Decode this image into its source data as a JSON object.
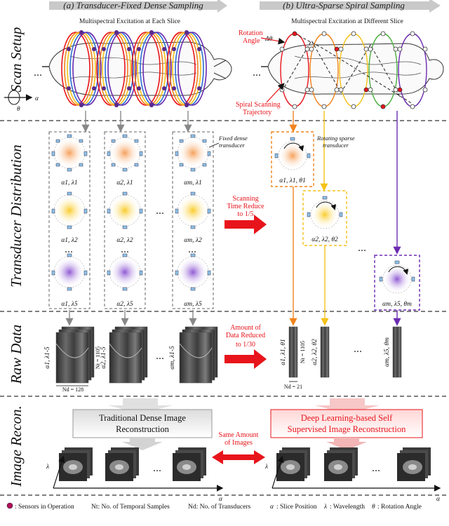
{
  "row_labels": [
    "Scan Setup",
    "Transducer Distribution",
    "Raw Data",
    "Image Recon."
  ],
  "panel_a": {
    "title": "(a) Transducer-Fixed Dense Sampling",
    "subtitle": "Multispectral Excitation at Each Slice",
    "fixed_label": [
      "Fixed dense",
      "transducer"
    ],
    "circle_params": [
      [
        "α1, λ1",
        "α2, λ1",
        "αm, λ1"
      ],
      [
        "α1, λ2",
        "α2, λ2",
        "αm, λ2"
      ],
      [
        "α1, λ5",
        "α2, λ5",
        "αm, λ5"
      ]
    ],
    "raw_labels": [
      "α1, λ1-5",
      "α2, λ1-5",
      "αm, λ1-5"
    ],
    "nt": "Nt = 1105",
    "nd": "Nd = 128"
  },
  "panel_b": {
    "title": "(b) Ultra-Sparse Spiral Sampling",
    "subtitle": "Multispectral Excitation at Different Slice",
    "rotation": [
      "Rotation",
      "Angle"
    ],
    "delta": "Δθ",
    "spiral": [
      "Spiral Scanning",
      "Trajectory"
    ],
    "rotating_label": [
      "Rotating sparse",
      "transducer"
    ],
    "circle_params": [
      "α1, λ1, θ1",
      "α2, λ2, θ2",
      "αm, λ5, θm"
    ],
    "raw_labels": [
      "α1, λ1, θ1",
      "α2, λ2, θ2",
      "αm, λ5, θm"
    ],
    "nt": "Nt = 1105",
    "nd": "Nd = 21"
  },
  "axis": {
    "alpha": "α",
    "theta": "θ",
    "lambda": "λ"
  },
  "arrows": {
    "time": [
      "Scanning",
      "Time Reduce",
      "to 1/5"
    ],
    "data": [
      "Amount of",
      "Data Reduced",
      "to 1/30"
    ],
    "same": [
      "Same Amount",
      "of Images"
    ]
  },
  "recon": {
    "traditional": [
      "Traditional Dense Image",
      "Reconstruction"
    ],
    "deep": [
      "Deep Learning-based Self",
      "Supervised Image Reconstruction"
    ]
  },
  "ellipsis": "...",
  "legend": {
    "sensors": ": Sensors in Operation",
    "nt": "Nt: No. of Temporal Samples",
    "nd": "Nd: No. of Transducers",
    "alpha": ": Slice Position",
    "lambda": ": Wavelength",
    "theta": ": Rotation Angle"
  },
  "colors": {
    "red": "#e8141b",
    "orange": "#f0841e",
    "yellow": "#f5c21b",
    "purple": "#6b2bb0",
    "green": "#4cae3f",
    "blue": "#2e6fd1",
    "dashed_gray": "#666666"
  }
}
